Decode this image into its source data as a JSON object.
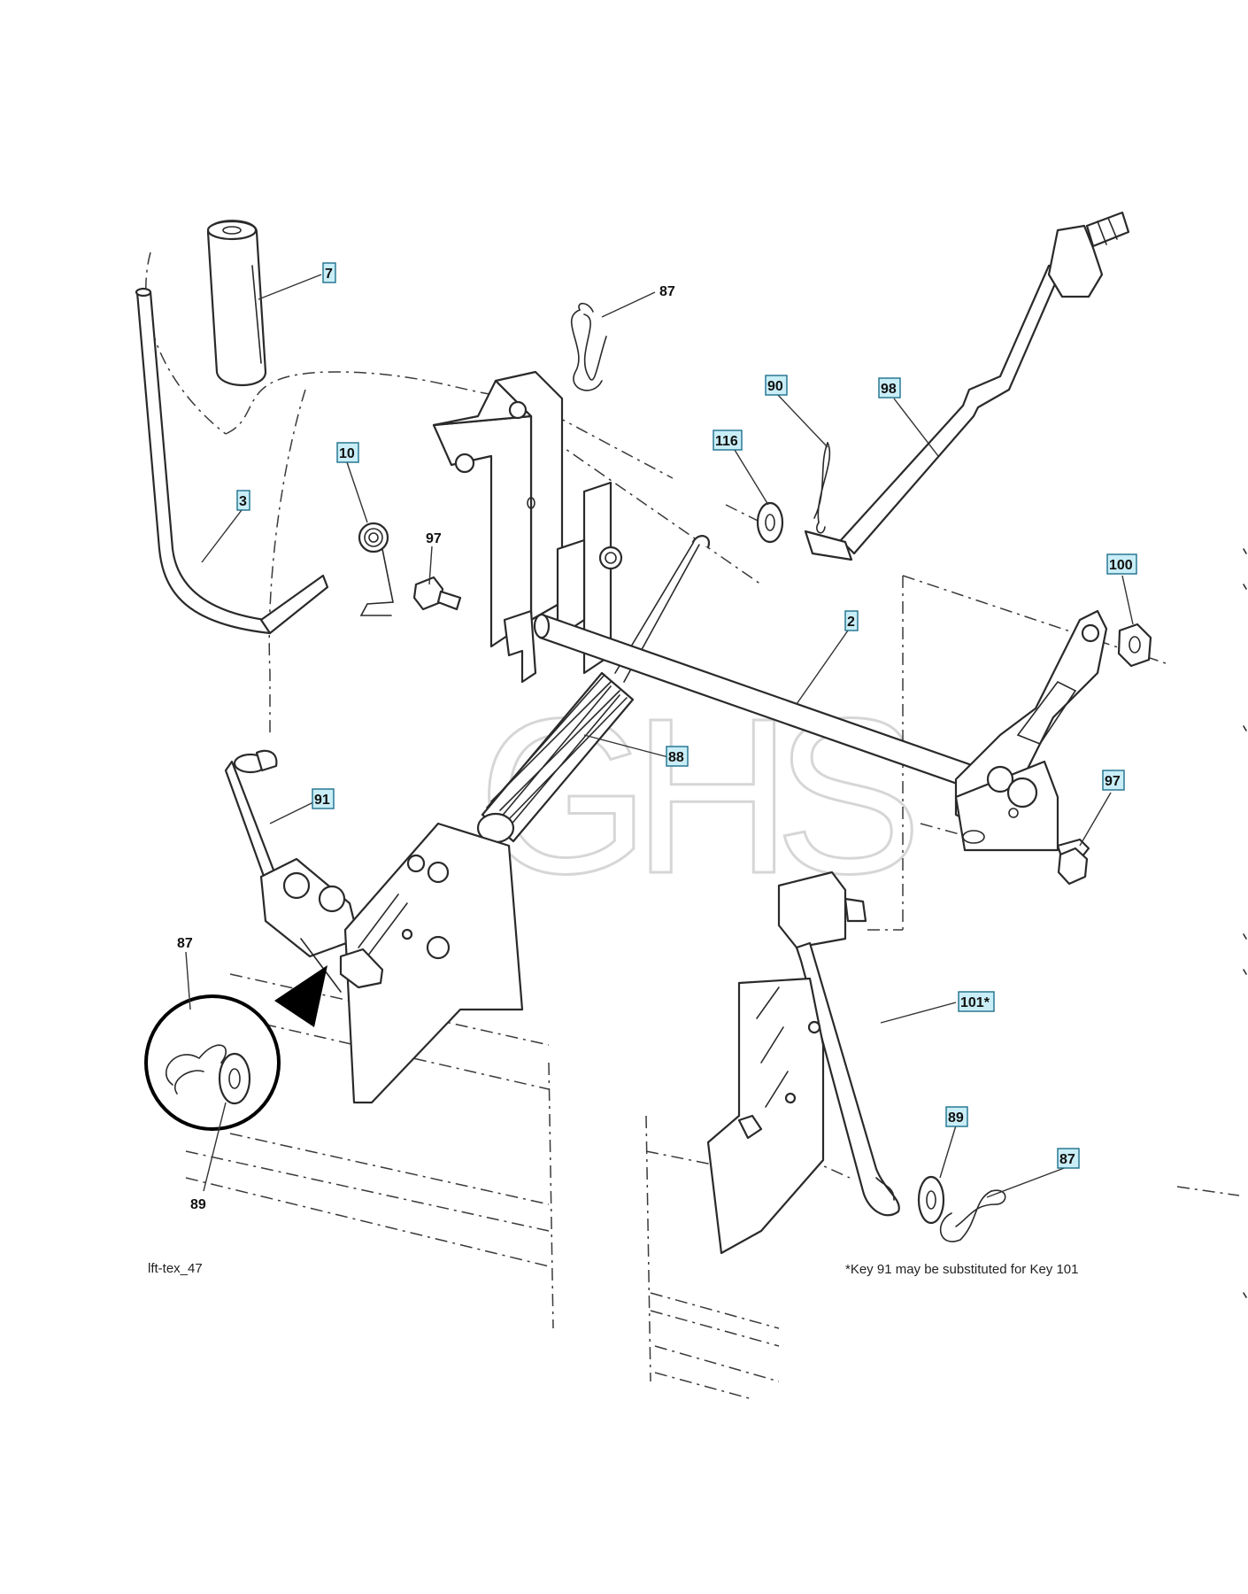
{
  "callouts": {
    "c7": "7",
    "c87_top": "87",
    "c90": "90",
    "c98": "98",
    "c116": "116",
    "c10": "10",
    "c3": "3",
    "c97_left": "97",
    "c100": "100",
    "c2": "2",
    "c88": "88",
    "c91": "91",
    "c97_right": "97",
    "c87_detail": "87",
    "c89_detail": "89",
    "c101": "101*",
    "c89_right": "89",
    "c87_right": "87"
  },
  "figure_id": "lft-tex_47",
  "footnote": "*Key 91 may be substituted for Key 101",
  "watermark": "GHS"
}
